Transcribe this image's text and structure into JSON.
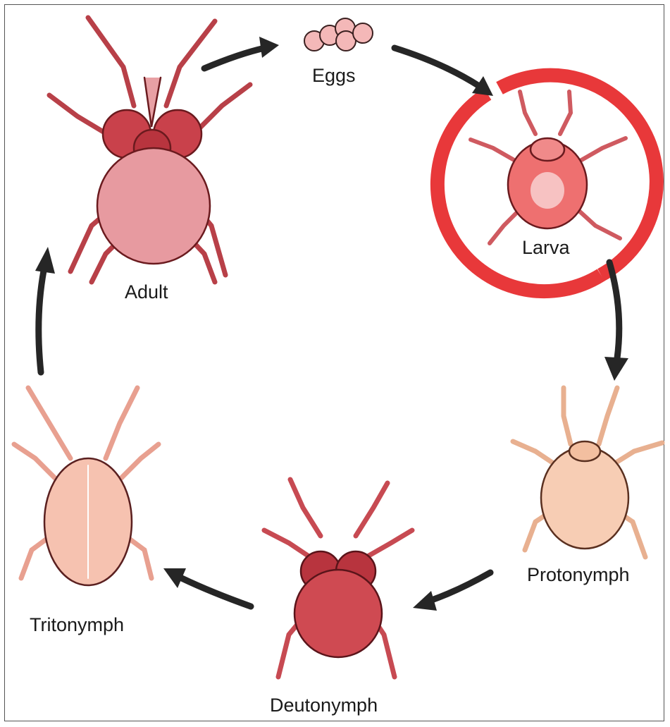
{
  "diagram": {
    "stages": [
      {
        "id": "eggs",
        "label": "Eggs"
      },
      {
        "id": "larva",
        "label": "Larva",
        "highlighted": true
      },
      {
        "id": "protonymph",
        "label": "Protonymph"
      },
      {
        "id": "deutonymph",
        "label": "Deutonymph"
      },
      {
        "id": "tritonymph",
        "label": "Tritonymph"
      },
      {
        "id": "adult",
        "label": "Adult"
      }
    ],
    "cycle_order": [
      "Adult",
      "Eggs",
      "Larva",
      "Protonymph",
      "Deutonymph",
      "Tritonymph",
      "Adult"
    ]
  },
  "colors": {
    "highlight_ring": "#e8383a",
    "arrow": "#262626",
    "adult_body": "#d9505a",
    "larva_body": "#ee7070",
    "protonymph_body": "#f7cdb4",
    "deutonymph_body": "#cf4a52",
    "tritonymph_body": "#f6c2b0",
    "eggs": "#f4b8b8"
  }
}
